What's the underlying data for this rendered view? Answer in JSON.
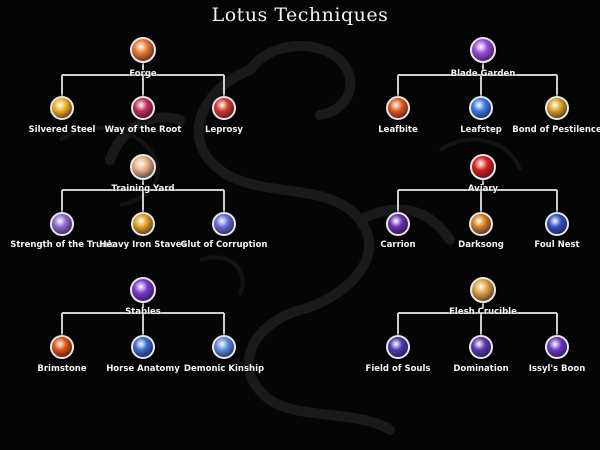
{
  "title": "Lotus Techniques",
  "trees": [
    {
      "parent": {
        "label": "Forge",
        "icon": "forge-fire-icon",
        "color": "#e8742a"
      },
      "children": [
        {
          "label": "Silvered Steel",
          "icon": "silvered-steel-icon",
          "color": "#f0b020"
        },
        {
          "label": "Way of the Root",
          "icon": "root-icon",
          "color": "#c0305a"
        },
        {
          "label": "Leprosy",
          "icon": "leprosy-icon",
          "color": "#d43a2a"
        }
      ]
    },
    {
      "parent": {
        "label": "Blade Garden",
        "icon": "blade-garden-icon",
        "color": "#9a4ad8"
      },
      "children": [
        {
          "label": "Leafbite",
          "icon": "leafbite-icon",
          "color": "#e25a1a"
        },
        {
          "label": "Leafstep",
          "icon": "leafstep-icon",
          "color": "#3a7ae8"
        },
        {
          "label": "Bond of Pestilence",
          "icon": "pestilence-icon",
          "color": "#d8a020"
        }
      ]
    },
    {
      "parent": {
        "label": "Training Yard",
        "icon": "training-yard-icon",
        "color": "#e8b080"
      },
      "children": [
        {
          "label": "Strength of the Trunk",
          "icon": "trunk-icon",
          "color": "#8a6ad0"
        },
        {
          "label": "Heavy Iron Staves",
          "icon": "staves-icon",
          "color": "#e0a020"
        },
        {
          "label": "Glut of Corruption",
          "icon": "corruption-icon",
          "color": "#6a6ad8"
        }
      ]
    },
    {
      "parent": {
        "label": "Aviary",
        "icon": "aviary-icon",
        "color": "#d8201a"
      },
      "children": [
        {
          "label": "Carrion",
          "icon": "carrion-icon",
          "color": "#6a30b0"
        },
        {
          "label": "Darksong",
          "icon": "darksong-icon",
          "color": "#d88020"
        },
        {
          "label": "Foul Nest",
          "icon": "foul-nest-icon",
          "color": "#3050c0"
        }
      ]
    },
    {
      "parent": {
        "label": "Stables",
        "icon": "stables-icon",
        "color": "#7a3ad0"
      },
      "children": [
        {
          "label": "Brimstone",
          "icon": "brimstone-icon",
          "color": "#e05010"
        },
        {
          "label": "Horse Anatomy",
          "icon": "horse-anatomy-icon",
          "color": "#3a6ad0"
        },
        {
          "label": "Demonic Kinship",
          "icon": "demonic-kinship-icon",
          "color": "#5a8ae0"
        }
      ]
    },
    {
      "parent": {
        "label": "Flesh Crucible",
        "icon": "flesh-crucible-icon",
        "color": "#e0a040"
      },
      "children": [
        {
          "label": "Field of Souls",
          "icon": "field-of-souls-icon",
          "color": "#4a3ab0"
        },
        {
          "label": "Domination",
          "icon": "domination-icon",
          "color": "#5a3ab0"
        },
        {
          "label": "Issyl's Boon",
          "icon": "issyl-boon-icon",
          "color": "#6a3ac0"
        }
      ]
    }
  ]
}
